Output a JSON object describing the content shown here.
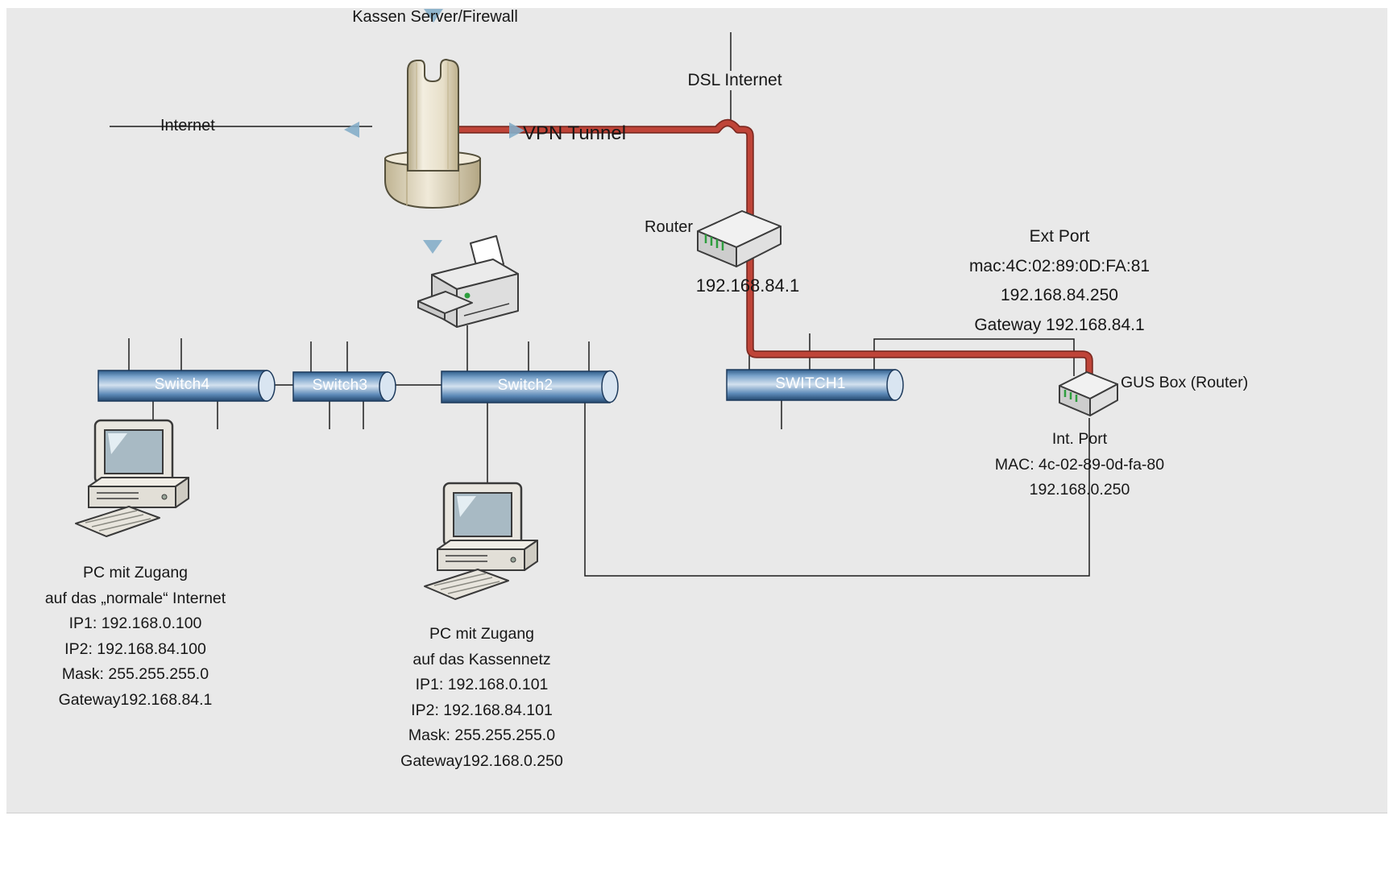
{
  "title": {
    "text": "Kassen Server/Firewall"
  },
  "labels": {
    "internet": "Internet",
    "vpn_tunnel": "VPN Tunnel",
    "dsl_internet": "DSL Internet",
    "router": "Router",
    "router_ip": "192.168.84.1",
    "gus_box": "GUS Box (Router)"
  },
  "ext_port": {
    "title": "Ext Port",
    "mac": "mac:4C:02:89:0D:FA:81",
    "ip": "192.168.84.250",
    "gateway": "Gateway 192.168.84.1"
  },
  "int_port": {
    "title": "Int. Port",
    "mac": "MAC: 4c-02-89-0d-fa-80",
    "ip": "192.168.0.250"
  },
  "switches": [
    {
      "label": "Switch4"
    },
    {
      "label": "Switch3"
    },
    {
      "label": "Switch2"
    },
    {
      "label": "SWITCH1"
    }
  ],
  "pc_internet": {
    "l1": "PC mit Zugang",
    "l2": "auf das „normale“ Internet",
    "l3": "IP1: 192.168.0.100",
    "l4": "IP2: 192.168.84.100",
    "l5": "Mask: 255.255.255.0",
    "l6": "Gateway192.168.84.1"
  },
  "pc_kassen": {
    "l1": "PC mit Zugang",
    "l2": "auf das Kassennetz",
    "l3": "IP1: 192.168.0.101",
    "l4": "IP2: 192.168.84.101",
    "l5": "Mask: 255.255.255.0",
    "l6": "Gateway192.168.0.250"
  },
  "icons": {
    "firewall": "firewall-tower-icon",
    "printer": "printer-icon",
    "router": "router-icon",
    "gus_box": "gus-box-icon",
    "pc": "desktop-pc-icon",
    "switch": "switch-cylinder-icon",
    "arrow": "connector-arrow-icon"
  },
  "colors": {
    "canvas_bg": "#e9e9e9",
    "vpn_red": "#bf4438",
    "vpn_red_dark": "#7d2a22",
    "switch_blue": "#4f81bd",
    "line_black": "#1c1c1c",
    "tower_beige": "#e8e0cb",
    "port_green": "#2e9e3e",
    "arrow_blue": "#85aec9"
  }
}
